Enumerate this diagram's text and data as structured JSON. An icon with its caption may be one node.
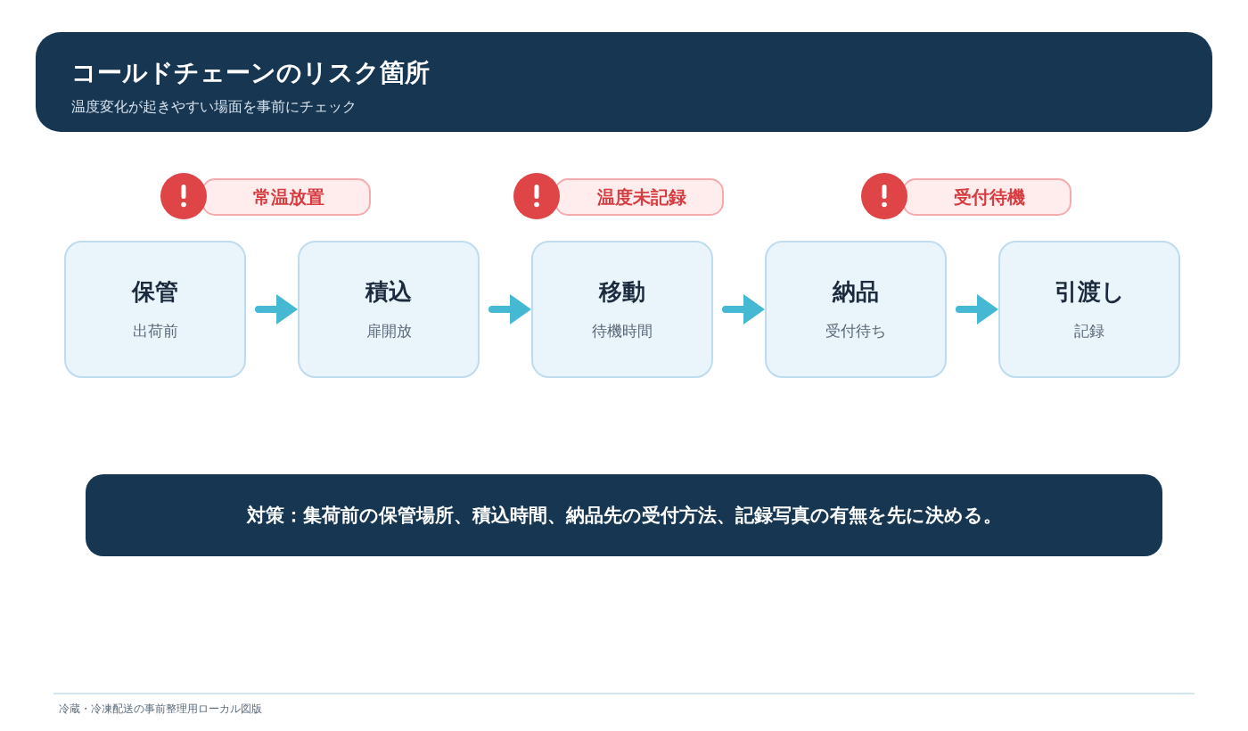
{
  "diagram": {
    "title": "コールドチェーンのリスク箇所",
    "nodes": [
      {
        "text": [
          "常温放置"
        ]
      },
      {
        "text": [
          "温度未記録"
        ]
      },
      {
        "text": [
          "受付待機"
        ]
      },
      {
        "text": [
          "保管",
          "出荷前"
        ]
      },
      {
        "text": [
          "積込",
          "扉開放"
        ]
      },
      {
        "text": [
          "移動",
          "待機時間"
        ]
      },
      {
        "text": [
          "納品",
          "受付待ち"
        ]
      },
      {
        "text": [
          "引渡し",
          "記録"
        ]
      },
      {
        "text": [
          "対策：集荷前の保管場所、積込時間、納品先の受付方法、記録写真の有無を先に決める。"
        ]
      }
    ],
    "edges": [
      {
        "from": 3,
        "to": 4,
        "arrow": "to"
      },
      {
        "from": 4,
        "to": 5,
        "arrow": "to"
      },
      {
        "from": 5,
        "to": 6,
        "arrow": "to"
      },
      {
        "from": 6,
        "to": 7,
        "arrow": "to"
      }
    ],
    "labels": [
      "温度変化が起きやすい場面を事前にチェック",
      "冷蔵・冷凍配送の事前整理用ローカル図版"
    ]
  }
}
